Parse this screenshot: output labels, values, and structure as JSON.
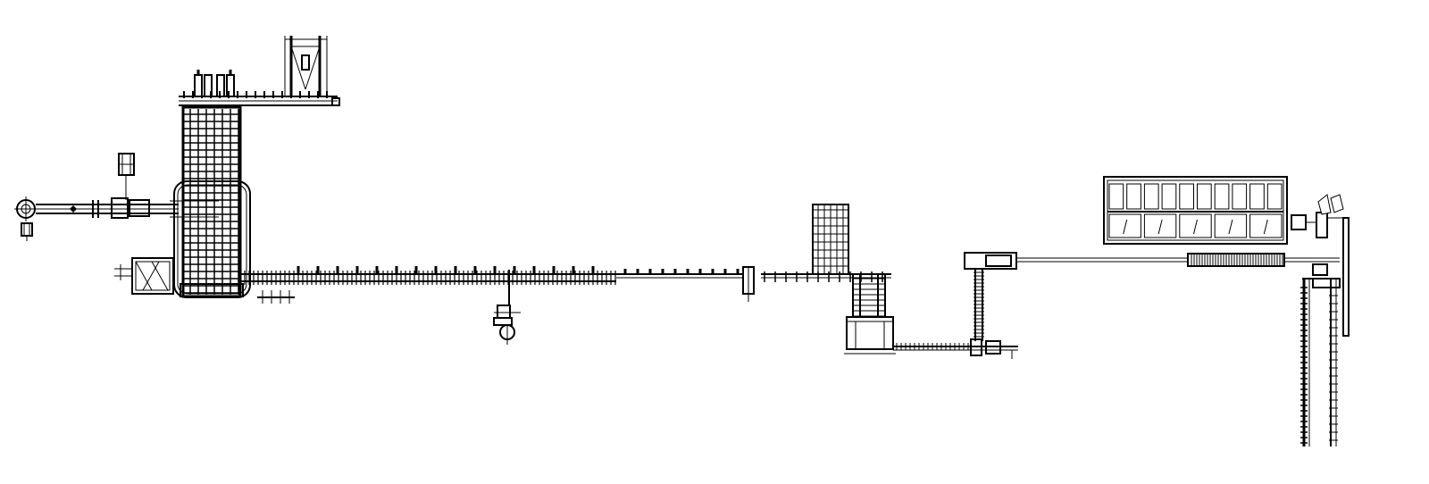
{
  "drawing": {
    "background": "#ffffff",
    "line_color": "#000000",
    "elements": [
      "left-rotary-machine",
      "left-feed-arm",
      "upper-hoist-frame",
      "top-gantry-conveyor",
      "main-grid-tower",
      "lower-left-hopper",
      "main-roller-conveyor",
      "hanging-drive-unit",
      "middle-grid-frame",
      "center-turret-machine",
      "lower-link-conveyor",
      "vertical-transfer-column",
      "long-pipe-conveyor",
      "control-panel-cabinet",
      "right-upper-device",
      "right-vertical-conveyor"
    ]
  }
}
